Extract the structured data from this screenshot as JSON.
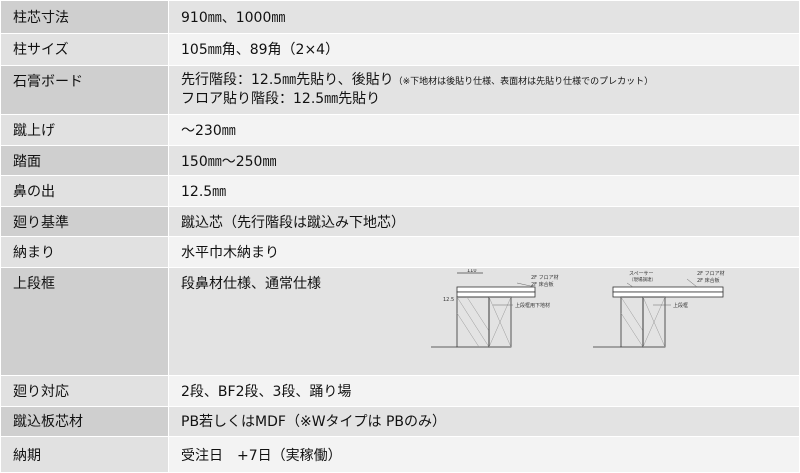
{
  "rows": [
    {
      "key": "柱芯寸法",
      "value": "910㎜、1000㎜"
    },
    {
      "key": "柱サイズ",
      "value": "105㎜角、89角（2×4）"
    },
    {
      "key": "石膏ボード",
      "line1": "先行階段：12.5㎜先貼り、後貼り",
      "note": "（※下地材は後貼り仕様、表面材は先貼り仕様でのプレカット）",
      "line2": "フロア貼り階段：12.5㎜先貼り"
    },
    {
      "key": "蹴上げ",
      "value": "～230㎜"
    },
    {
      "key": "踏面",
      "value": "150㎜～250㎜"
    },
    {
      "key": "鼻の出",
      "value": "12.5㎜"
    },
    {
      "key": "廻り基準",
      "value": "蹴込芯（先行階段は蹴込み下地芯）"
    },
    {
      "key": "納まり",
      "value": "水平巾木納まり"
    },
    {
      "key": "上段框",
      "value": "段鼻材仕様、通常仕様"
    },
    {
      "key": "廻り対応",
      "value": "2段、BF2段、3段、踊り場"
    },
    {
      "key": "蹴込板芯材",
      "value": "PB若しくはMDF（※Wタイプは PBのみ）"
    },
    {
      "key": "納期",
      "value": "受注日　+7日（実稼働）"
    }
  ],
  "sketch1": {
    "dim_top": "110",
    "dim_side": "12.5",
    "floor": "2F フロア材",
    "sub": "2F 床合板",
    "frame": "上段框用下地材"
  },
  "sketch2": {
    "spacer": "スペーサー",
    "spacer_note": "（現場調達）",
    "floor": "2F フロア材",
    "sub": "2F 床合板",
    "frame": "上段框"
  }
}
